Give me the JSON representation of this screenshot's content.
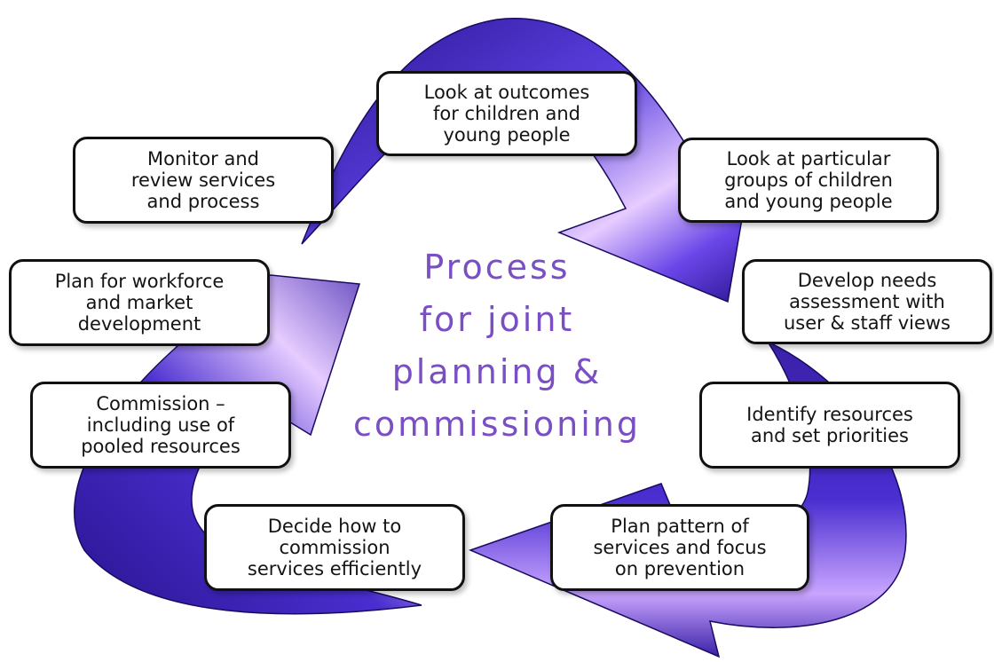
{
  "colors": {
    "title": "#7b4fc4",
    "arrow_dark": "#2a1490",
    "arrow_mid": "#5b3fe0",
    "arrow_light": "#d9b8ff",
    "box_border": "#111111"
  },
  "diagram": {
    "title": "Process\nfor joint\nplanning &\ncommissioning",
    "steps": [
      {
        "label": "Look at outcomes\nfor children and\nyoung people"
      },
      {
        "label": "Look at particular\ngroups of children\nand young people"
      },
      {
        "label": "Develop needs\nassessment with\nuser & staff views"
      },
      {
        "label": "Identify resources\nand set priorities"
      },
      {
        "label": "Plan pattern of\nservices and focus\non prevention"
      },
      {
        "label": "Decide how to\ncommission\nservices efficiently"
      },
      {
        "label": "Commission –\nincluding use of\npooled resources"
      },
      {
        "label": "Plan for workforce\nand market\ndevelopment"
      },
      {
        "label": "Monitor and\nreview services\nand process"
      }
    ]
  }
}
